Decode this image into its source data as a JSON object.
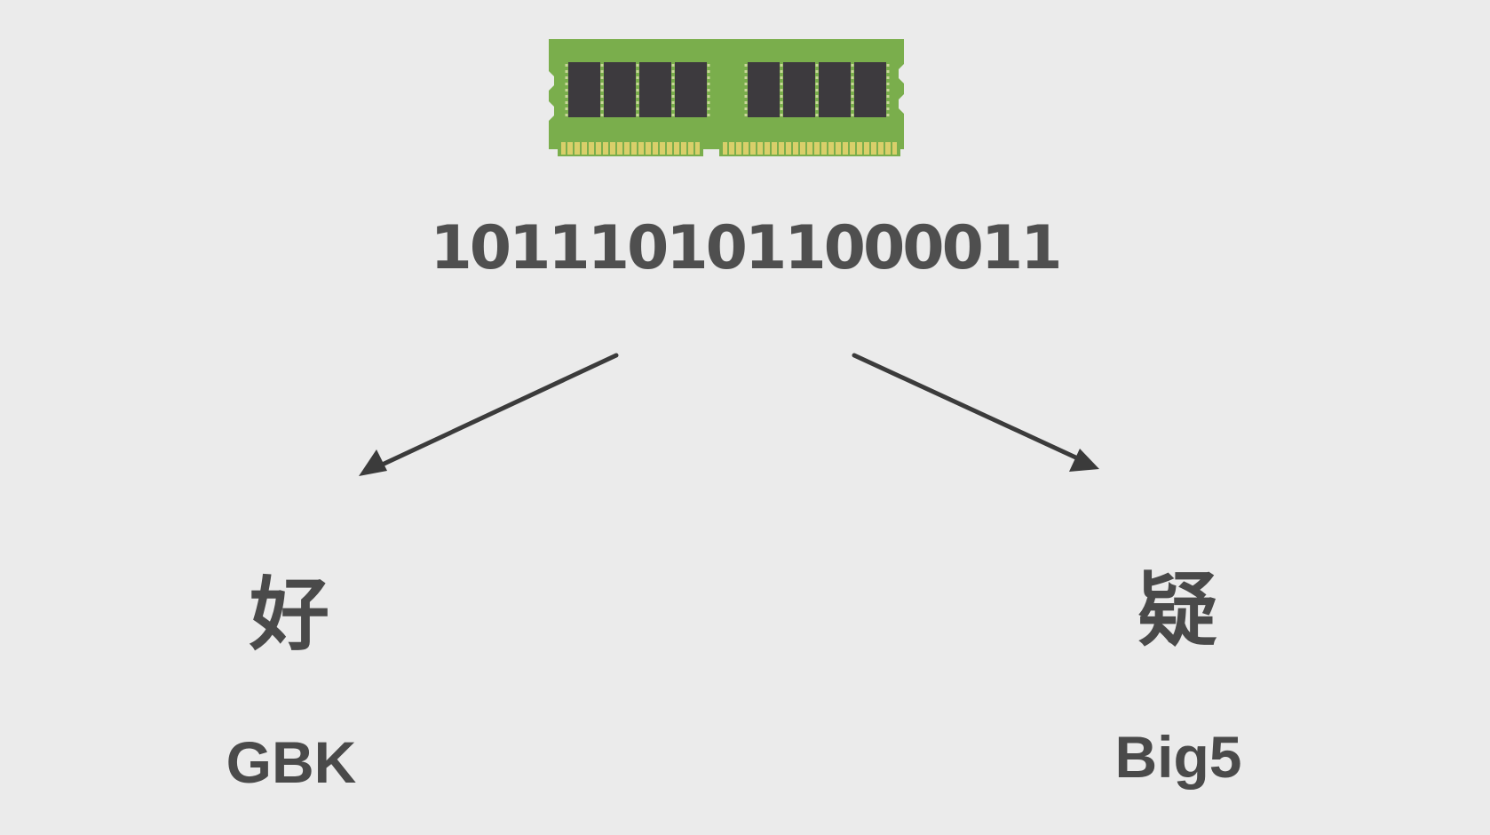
{
  "memory": {
    "icon": "ram-module-icon",
    "board_color": "#7aae4c",
    "chip_color": "#3d3a3e",
    "contact_color": "#d9cf6a"
  },
  "binary": "1011101011000011",
  "decodings": [
    {
      "character": "好",
      "encoding": "GBK"
    },
    {
      "character": "疑",
      "encoding": "Big5"
    }
  ],
  "colors": {
    "background": "#ebebeb",
    "text": "#4a4a4a",
    "arrow": "#3b3b3b"
  }
}
